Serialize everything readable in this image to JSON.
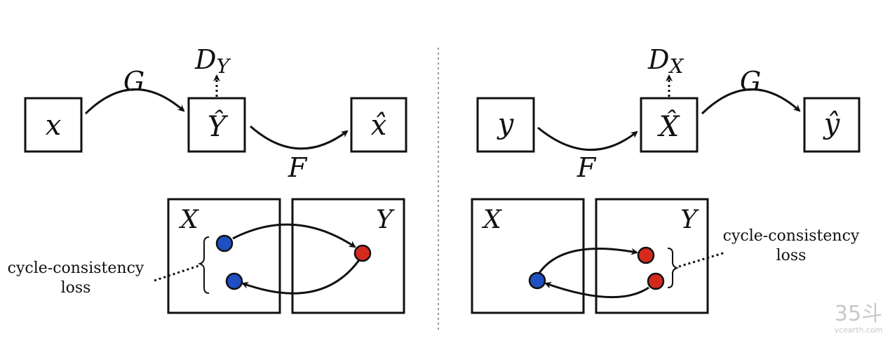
{
  "left_panel": {
    "nodes": {
      "input": "x",
      "fake": "Ŷ",
      "recon": "x̂"
    },
    "discriminator": {
      "base": "D",
      "sub": "Y"
    },
    "mapping_forward": "G",
    "mapping_backward": "F",
    "domain_a": "X",
    "domain_b": "Y",
    "loss_line1": "cycle-consistency",
    "loss_line2": "loss"
  },
  "right_panel": {
    "nodes": {
      "input": "y",
      "fake": "X̂",
      "recon": "ŷ"
    },
    "discriminator": {
      "base": "D",
      "sub": "X"
    },
    "mapping_forward": "G",
    "mapping_backward": "F",
    "domain_a": "X",
    "domain_b": "Y",
    "loss_line1": "cycle-consistency",
    "loss_line2": "loss"
  },
  "watermark": {
    "logo": "35斗",
    "site": "vcearth.com"
  },
  "colors": {
    "domain_x_point": "#1f4fc2",
    "domain_y_point": "#d42a1e",
    "stroke": "#111111"
  }
}
